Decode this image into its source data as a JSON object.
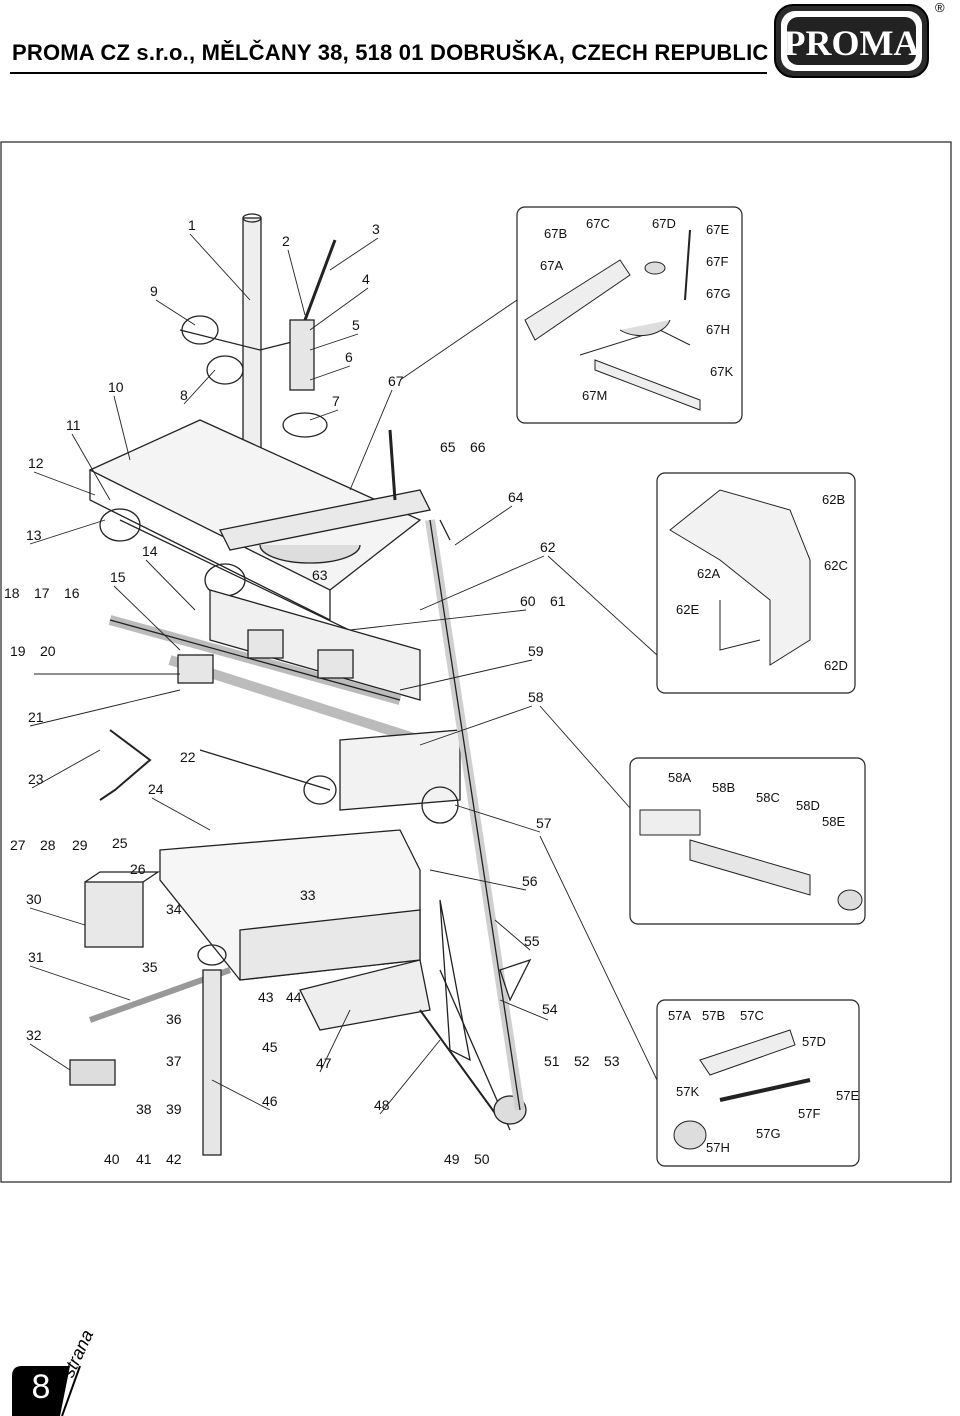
{
  "header": {
    "company_line": "PROMA CZ s.r.o., MĚLČANY 38, 518 01 DOBRUŠKA, CZECH REPUBLIC",
    "logo_text": "PROMA",
    "registered_mark": "®"
  },
  "callouts": {
    "main": [
      "1",
      "2",
      "3",
      "4",
      "5",
      "6",
      "7",
      "8",
      "9",
      "10",
      "11",
      "12",
      "13",
      "14",
      "15",
      "16",
      "17",
      "18",
      "19",
      "20",
      "21",
      "22",
      "23",
      "24",
      "25",
      "26",
      "27",
      "28",
      "29",
      "30",
      "31",
      "32",
      "33",
      "34",
      "35",
      "36",
      "37",
      "38",
      "39",
      "40",
      "41",
      "42",
      "43",
      "44",
      "45",
      "46",
      "47",
      "48",
      "49",
      "50",
      "51",
      "52",
      "53",
      "54",
      "55",
      "56",
      "57",
      "58",
      "59",
      "60",
      "61",
      "62",
      "63",
      "64",
      "65",
      "66",
      "67"
    ],
    "detail_67": [
      "67A",
      "67B",
      "67C",
      "67D",
      "67E",
      "67F",
      "67G",
      "67H",
      "67K",
      "67M"
    ],
    "detail_62": [
      "62A",
      "62B",
      "62C",
      "62D",
      "62E"
    ],
    "detail_58": [
      "58A",
      "58B",
      "58C",
      "58D",
      "58E"
    ],
    "detail_57": [
      "57A",
      "57B",
      "57C",
      "57D",
      "57E",
      "57F",
      "57G",
      "57H",
      "57K"
    ]
  },
  "footer": {
    "page_number": "8",
    "page_word": "strana"
  }
}
